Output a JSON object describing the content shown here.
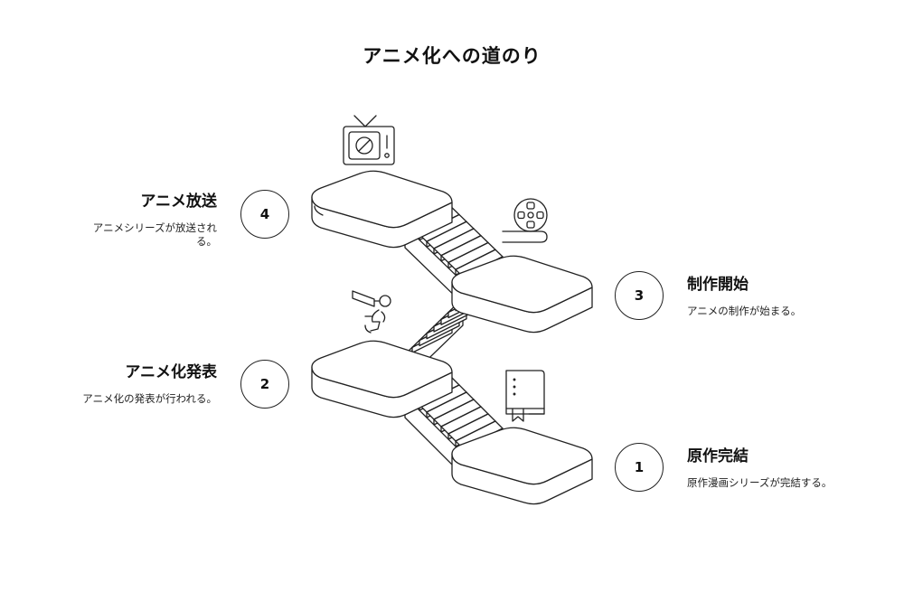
{
  "title": "アニメ化への道のり",
  "steps": [
    {
      "number": "1",
      "title": "原作完結",
      "description": "原作漫画シリーズが完結する。",
      "icon": "book-bookmark-icon"
    },
    {
      "number": "2",
      "title": "アニメ化発表",
      "description": "アニメ化の発表が行われる。",
      "icon": "announcer-megaphone-icon"
    },
    {
      "number": "3",
      "title": "制作開始",
      "description": "アニメの制作が始まる。",
      "icon": "film-reel-icon"
    },
    {
      "number": "4",
      "title": "アニメ放送",
      "description": "アニメシリーズが放送される。",
      "icon": "television-icon"
    }
  ],
  "colors": {
    "line": "#222222",
    "background": "#ffffff"
  }
}
